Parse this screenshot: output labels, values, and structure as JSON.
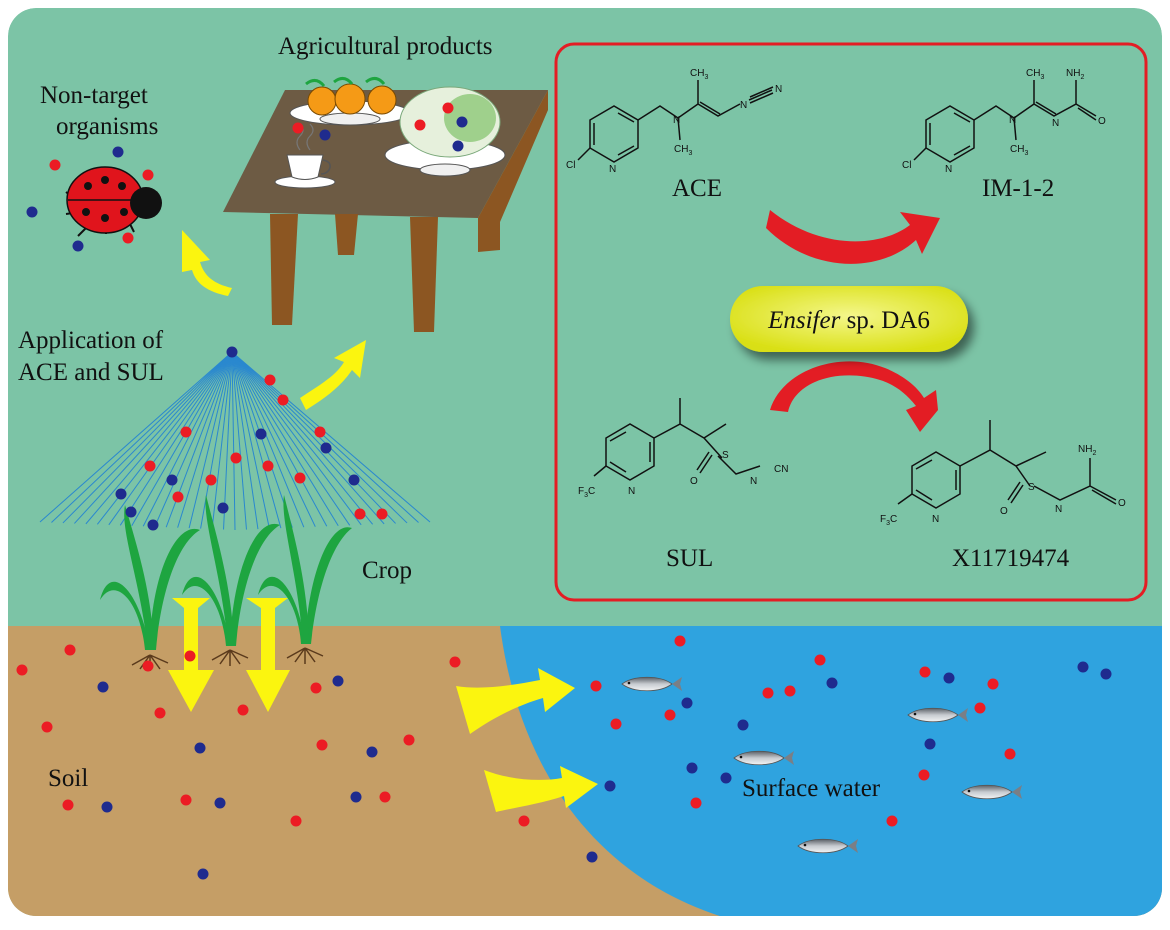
{
  "labels": {
    "agricultural_products": "Agricultural products",
    "non_target_line1": "Non-target",
    "non_target_line2": "organisms",
    "application_line1": "Application of",
    "application_line2": "ACE and SUL",
    "crop": "Crop",
    "soil": "Soil",
    "surface_water": "Surface water"
  },
  "pathway": {
    "compounds": {
      "ace": "ACE",
      "im": "IM-1-2",
      "sul": "SUL",
      "x117": "X11719474"
    },
    "bacterium_italic": "Ensifer",
    "bacterium_rest": " sp. DA6",
    "atoms": {
      "cl": "Cl",
      "n": "N",
      "ch3": "CH",
      "sub3": "3",
      "nh2": "NH",
      "sub2": "2",
      "o": "O",
      "s": "S",
      "cn": "CN",
      "f3c_f": "F",
      "f3c_sub": "3",
      "f3c_c": "C"
    }
  },
  "colors": {
    "background": "#7cc4a6",
    "soil": "#c59e66",
    "water": "#2fa3df",
    "frame": "#e31d24",
    "arrow_red": "#e31d24",
    "arrow_yellow": "#fbf50f",
    "dot_red": "#ec1c24",
    "dot_blue": "#1f2b8e",
    "table_top": "#6d5b44",
    "table_leg": "#8c5622",
    "leaf": "#1ea540",
    "spray": "#2a88cf",
    "bacterium_pill": "#e6ea1c"
  }
}
